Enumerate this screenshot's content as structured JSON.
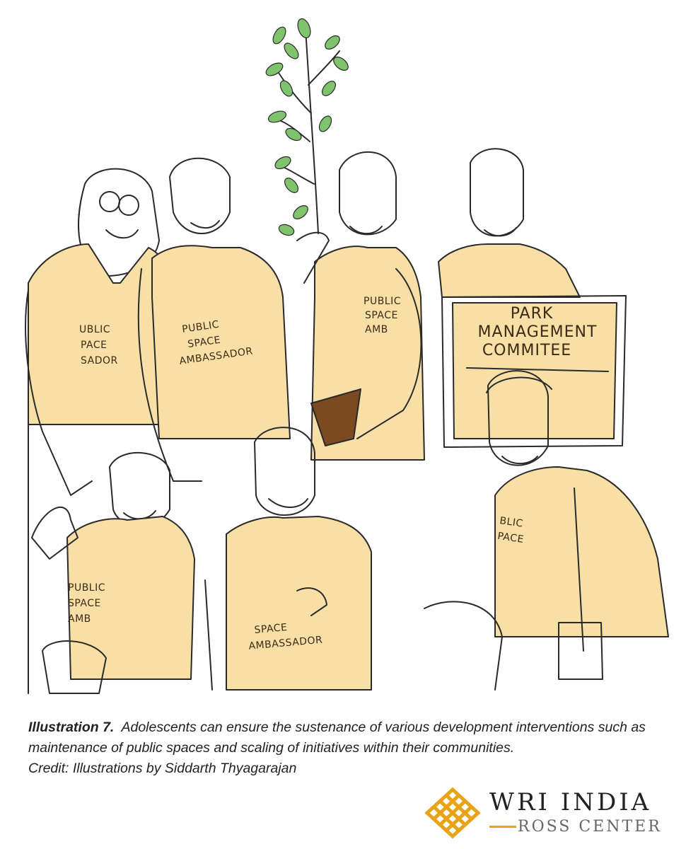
{
  "illustration": {
    "vest_text_left": [
      "UBLIC",
      "PACE",
      "SADOR"
    ],
    "vest_text_center_left": [
      "PUBLIC",
      "SPACE",
      "AMBASSADOR"
    ],
    "vest_text_center": [
      "PUBLIC",
      "SPACE",
      "AMB"
    ],
    "vest_text_front_left": [
      "PUBLIC",
      "SPACE",
      "AMB"
    ],
    "vest_text_front_center": [
      "SPACE",
      "AMBASSADOR"
    ],
    "vest_text_front_right": [
      "BLIC",
      "PACE"
    ],
    "sign_lines": [
      "PARK",
      "MANAGEMENT",
      "COMMITEE"
    ],
    "colors": {
      "vest": "#f8dfa6",
      "outline": "#2a2a2a",
      "leaf": "#7fc36d",
      "soil": "#7b4a21"
    }
  },
  "caption": {
    "label": "Illustration 7.",
    "text": "Adolescents can ensure  the sustenance of various development interventions such as maintenance of public spaces and scaling of initiatives within their communities.",
    "credit": "Credit: Illustrations by Siddarth Thyagarajan"
  },
  "logo": {
    "title": "WRI INDIA",
    "subtitle": "ROSS CENTER",
    "colors": {
      "mark": "#e8a317",
      "text": "#222222",
      "subtitle": "#666666"
    }
  }
}
